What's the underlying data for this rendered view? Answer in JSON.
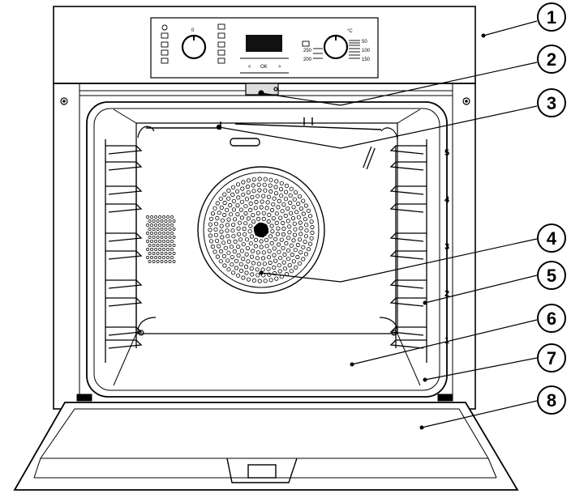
{
  "control_panel": {
    "left_knob_top_mark": "0",
    "right_knob_unit": "°C",
    "temperature_marks": [
      "50",
      "250",
      "100",
      "200",
      "150"
    ],
    "display_nav": [
      "<",
      "OK",
      ">"
    ]
  },
  "shelf_levels": [
    "5",
    "4",
    "3",
    "2",
    "1"
  ],
  "callouts": [
    {
      "number": "1",
      "target": "control-panel"
    },
    {
      "number": "2",
      "target": "top-light"
    },
    {
      "number": "3",
      "target": "grill-element"
    },
    {
      "number": "4",
      "target": "rear-fan"
    },
    {
      "number": "5",
      "target": "shelf-guides"
    },
    {
      "number": "6",
      "target": "oven-cavity"
    },
    {
      "number": "7",
      "target": "door-seal"
    },
    {
      "number": "8",
      "target": "oven-door"
    }
  ],
  "colors": {
    "line": "#000000",
    "panel": "#ffffff",
    "display": "#111111"
  }
}
